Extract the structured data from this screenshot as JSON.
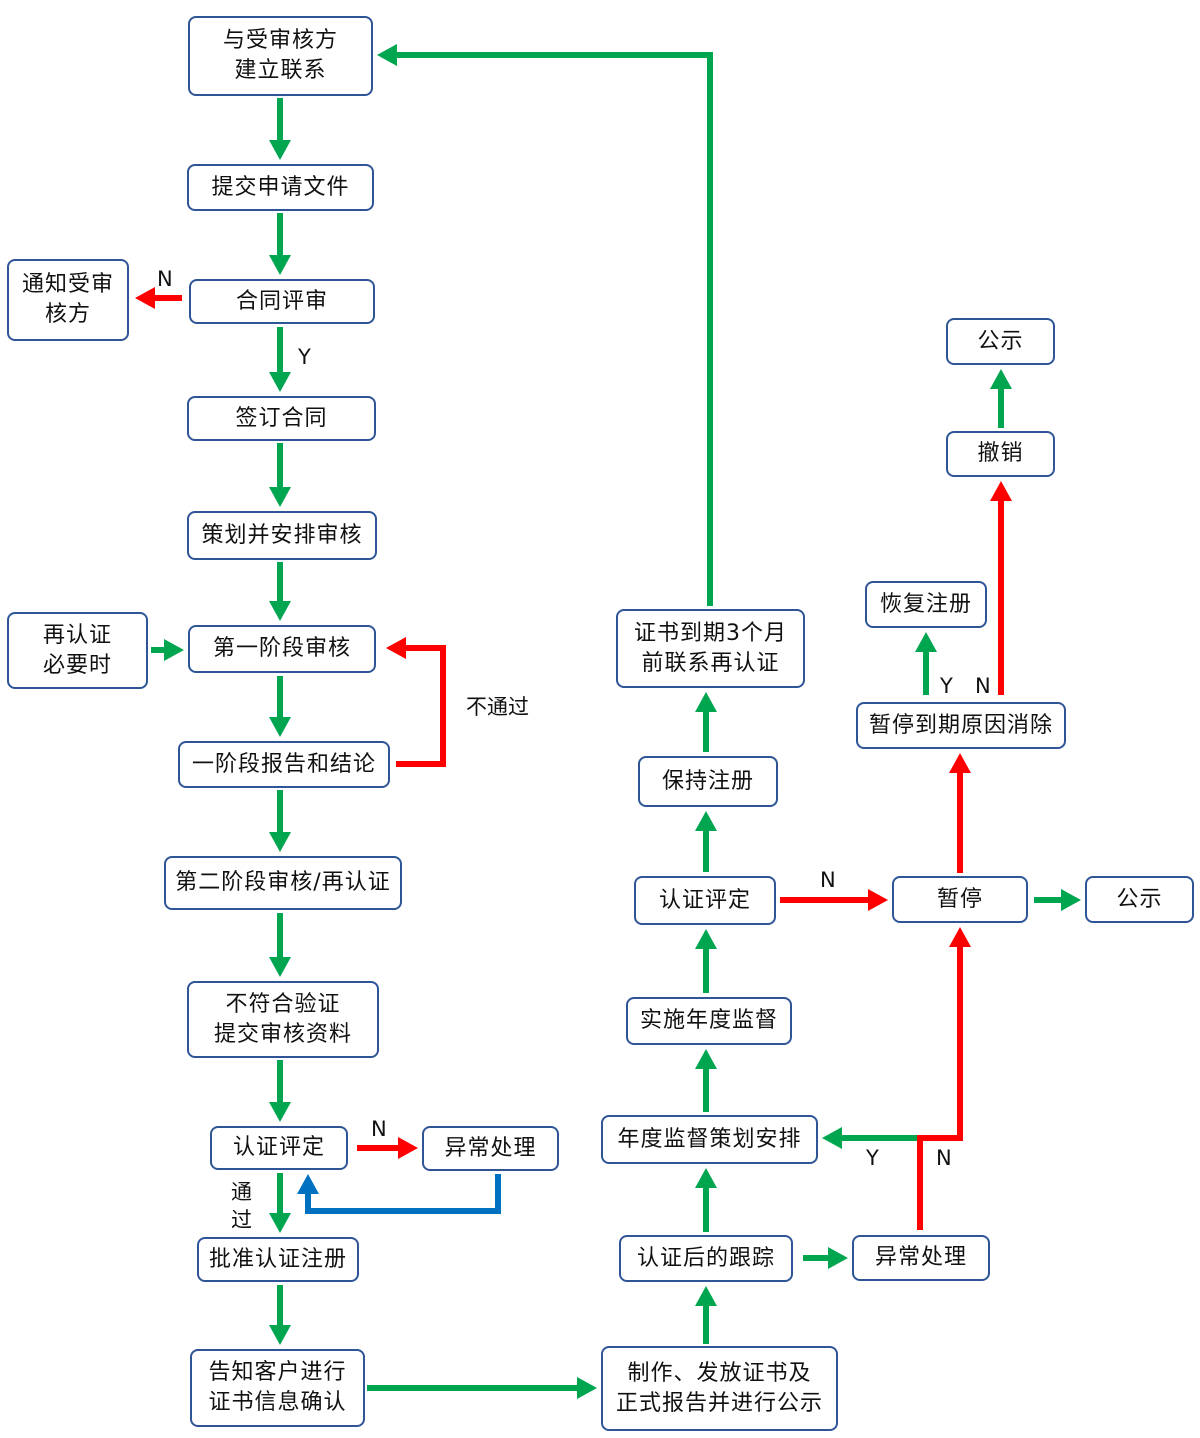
{
  "colors": {
    "green": "#00a550",
    "red": "#ff0000",
    "blue": "#0070c0",
    "border": "#2f5597"
  },
  "nodes": {
    "contact": "与受审核方\n建立联系",
    "submit": "提交申请文件",
    "contract_review": "合同评审",
    "notify": "通知受审\n核方",
    "sign": "签订合同",
    "plan": "策划并安排审核",
    "recert_needed": "再认证\n必要时",
    "stage1": "第一阶段审核",
    "stage1_report": "一阶段报告和结论",
    "stage2": "第二阶段审核/再认证",
    "nonconform": "不符合验证\n提交审核资料",
    "cert_eval_left": "认证评定",
    "exception_left": "异常处理",
    "approve": "批准认证注册",
    "inform": "告知客户进行\n证书信息确认",
    "issue": "制作、发放证书及\n正式报告并进行公示",
    "followup": "认证后的跟踪",
    "exception_right": "异常处理",
    "annual_plan": "年度监督策划安排",
    "annual_exec": "实施年度监督",
    "cert_eval_right": "认证评定",
    "keep": "保持注册",
    "expiry": "证书到期3个月\n前联系再认证",
    "suspend": "暂停",
    "publish_right": "公示",
    "suspend_cause": "暂停到期原因消除",
    "restore": "恢复注册",
    "revoke": "撤销",
    "publish_top": "公示"
  },
  "labels": {
    "n_review": "N",
    "y_review": "Y",
    "fail": "不通过",
    "n_eval_left": "N",
    "pass": "通\n过",
    "n_eval_right": "N",
    "y_annual": "Y",
    "n_annual": "N",
    "y_restore": "Y",
    "n_revoke": "N"
  }
}
